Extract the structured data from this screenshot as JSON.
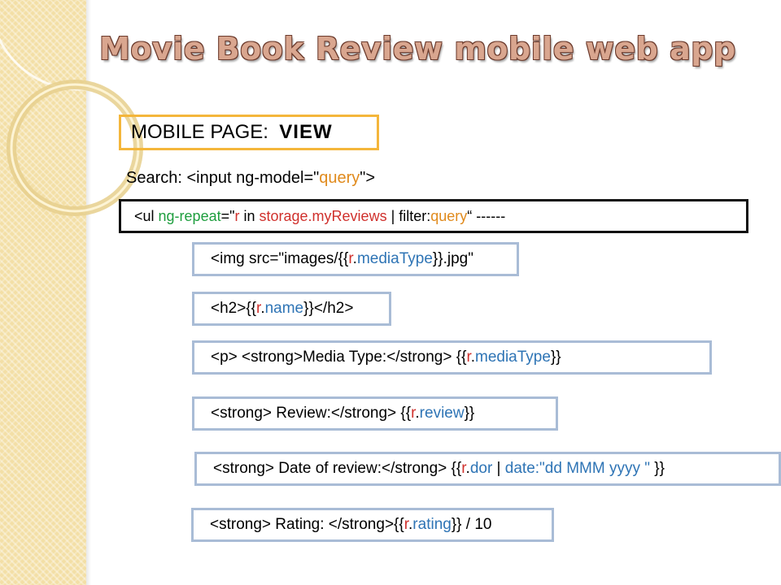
{
  "slide": {
    "title": "Movie Book Review mobile web app",
    "badge": {
      "prefix": "MOBILE PAGE:",
      "strong": "VIEW"
    },
    "search": {
      "a": "Search: <input ng-model=\"",
      "b": "query",
      "c": "\">"
    },
    "lines": {
      "ul": {
        "a": "<ul ",
        "b": "ng-repeat",
        "c": "=\"",
        "d": "r",
        "e": " in ",
        "f": "storage.myReviews",
        "g": " | filter:",
        "h": "query",
        "i": "“ ------"
      },
      "img": {
        "a": "<img src=\"images/{{",
        "b": "r",
        "c": ".",
        "d": "mediaType",
        "e": "}}.jpg\""
      },
      "h2": {
        "a": "<h2>{{",
        "b": "r",
        "c": ".",
        "d": "name",
        "e": "}}</h2>"
      },
      "media": {
        "a": "<p> <strong>Media Type:</strong> {{",
        "b": "r",
        "c": ".",
        "d": "mediaType",
        "e": "}}"
      },
      "review": {
        "a": "<strong> Review:</strong> {{",
        "b": "r",
        "c": ".",
        "d": "review",
        "e": "}}"
      },
      "date": {
        "a": "<strong> Date of review:</strong>  {{",
        "b": "r",
        "c": ".",
        "d": "dor",
        "e": " | ",
        "f": "date:\"dd MMM yyyy \"",
        "g": " }}"
      },
      "rating": {
        "a": "<strong> Rating: </strong>{{",
        "b": "r",
        "c": ".",
        "d": "rating",
        "e": "}} / 10"
      }
    }
  },
  "colors": {
    "accent_orange": "#f4b63b",
    "box_blue": "#a9bcd6",
    "code_green": "#1e9e3e",
    "code_red": "#d0312d",
    "code_blue": "#2e74b5"
  }
}
